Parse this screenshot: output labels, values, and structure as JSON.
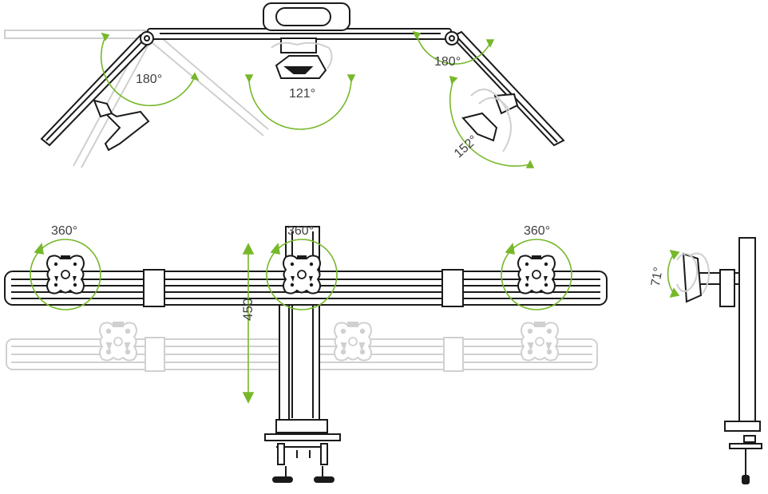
{
  "colors": {
    "accent": "#76b82a",
    "line": "#1a1a1a",
    "ghost": "#c8c8c8"
  },
  "top_view": {
    "left_arm_angle": "180°",
    "center_angle": "121°",
    "right_arm_angle": "180°",
    "right_tilt_angle": "152°"
  },
  "front_view": {
    "left_rotation": "360°",
    "center_rotation": "360°",
    "right_rotation": "360°",
    "height_adjust": "450"
  },
  "side_view": {
    "tilt_angle": "71°"
  }
}
